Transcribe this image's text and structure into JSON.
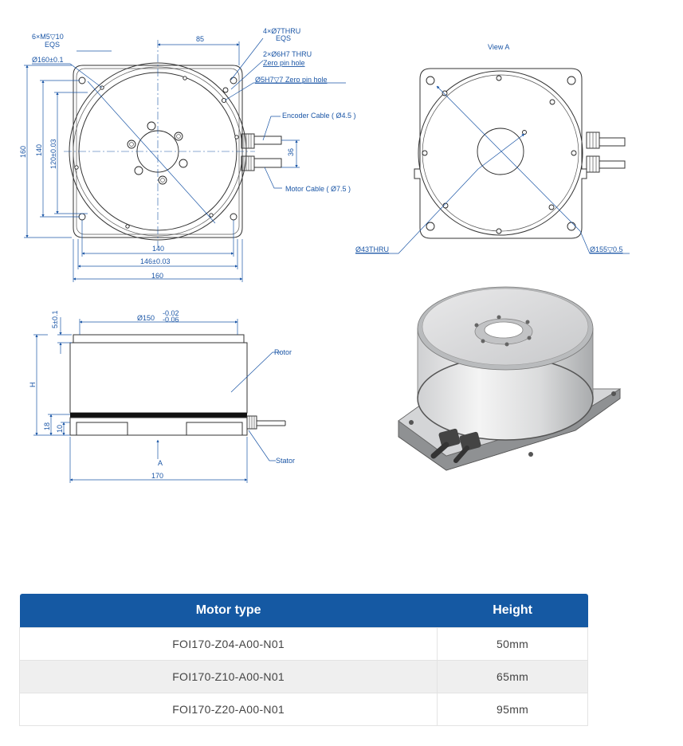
{
  "drawing": {
    "top_view": {
      "label_holes": [
        "6×M5",
        "▽10",
        "EQS"
      ],
      "label_bolt_circle": "Ø160±0.1",
      "label_85": "85",
      "label_thru_holes": [
        "4×Ø7THRU",
        "EQS"
      ],
      "label_pin_hole_1": [
        "2×Ø6H7 THRU",
        "Zero pin hole"
      ],
      "label_pin_hole_2": "Ø5H7▽7 Zero pin hole",
      "label_encoder_cable": "Encoder Cable ( Ø4.5 )",
      "label_motor_cable": "Motor Cable ( Ø7.5 )",
      "label_36": "36",
      "label_160_vert": "160",
      "label_140_vert": "140",
      "label_120_vert": "120±0.03",
      "label_140_horiz": "140",
      "label_146_horiz": "146±0.03",
      "label_160_horiz": "160"
    },
    "view_a": {
      "title": "View A",
      "label_bore": "Ø43THRU",
      "label_circle": "Ø155▽0.5"
    },
    "side_view": {
      "label_5": "5±0.1",
      "label_150": "Ø150",
      "label_150_tol_upper": "-0.02",
      "label_150_tol_lower": "-0.06",
      "label_rotor": "Rotor",
      "label_stator": "Stator",
      "label_h": "H",
      "label_18": "18",
      "label_10": "10",
      "label_a": "A",
      "label_170": "170"
    }
  },
  "table": {
    "header_color": "#1559a3",
    "headers": [
      "Motor type",
      "Height"
    ],
    "rows": [
      [
        "FOI170-Z04-A00-N01",
        "50mm"
      ],
      [
        "FOI170-Z10-A00-N01",
        "65mm"
      ],
      [
        "FOI170-Z20-A00-N01",
        "95mm"
      ]
    ]
  }
}
